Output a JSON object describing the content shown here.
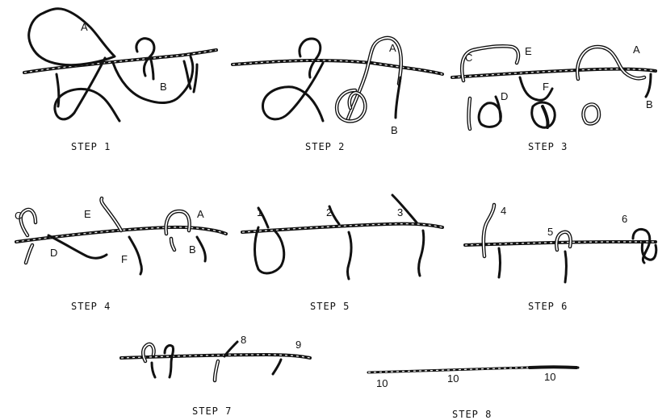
{
  "steps": [
    {
      "caption": "STEP 1",
      "labels": [
        "A",
        "B"
      ]
    },
    {
      "caption": "STEP 2",
      "labels": [
        "A",
        "B"
      ]
    },
    {
      "caption": "STEP 3",
      "labels": [
        "C",
        "E",
        "A",
        "D",
        "F",
        "B"
      ]
    },
    {
      "caption": "STEP 4",
      "labels": [
        "C",
        "E",
        "A",
        "D",
        "F",
        "B"
      ]
    },
    {
      "caption": "STEP 5",
      "labels": [
        "1",
        "2",
        "3"
      ]
    },
    {
      "caption": "STEP 6",
      "labels": [
        "4",
        "5",
        "6"
      ]
    },
    {
      "caption": "STEP 7",
      "labels": [
        "8",
        "9"
      ]
    },
    {
      "caption": "STEP 8",
      "labels": [
        "10",
        "10",
        "10"
      ]
    }
  ]
}
